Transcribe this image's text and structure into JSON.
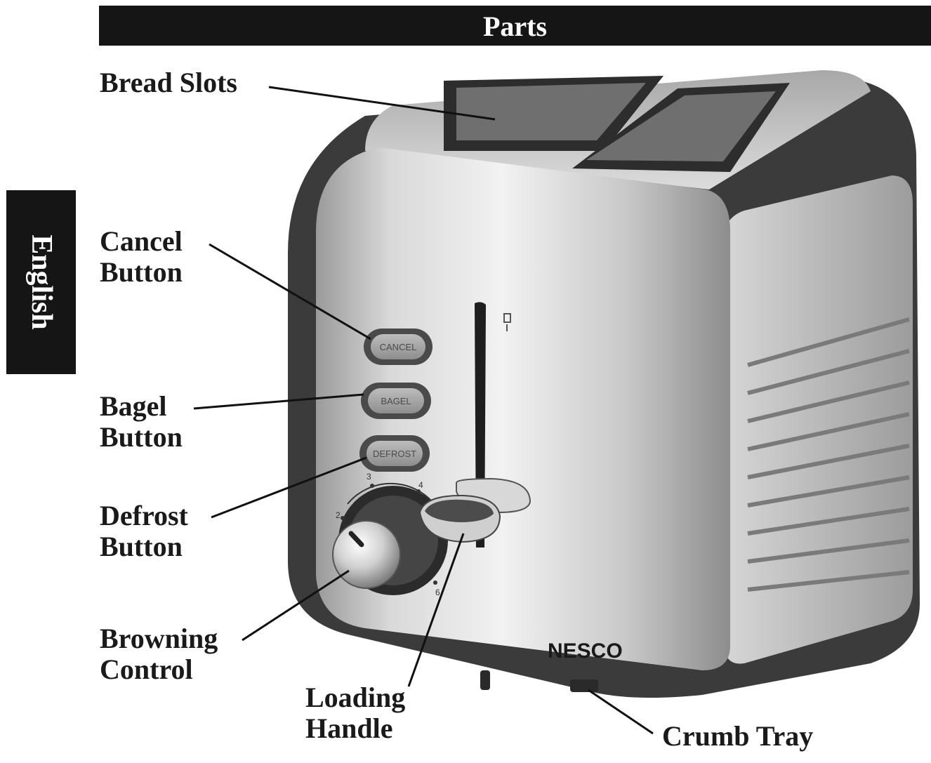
{
  "header": {
    "title": "Parts"
  },
  "side_tab": {
    "label": "English"
  },
  "toaster": {
    "brand": "NESCO",
    "buttons": [
      "CANCEL",
      "BAGEL",
      "DEFROST"
    ],
    "dial_marks": [
      "2",
      "3",
      "4",
      "6"
    ]
  },
  "callouts": {
    "bread_slots": "Bread Slots",
    "cancel_button": [
      "Cancel",
      "Button"
    ],
    "bagel_button": [
      "Bagel",
      "Button"
    ],
    "defrost_button": [
      "Defrost",
      "Button"
    ],
    "browning_control": [
      "Browning",
      "Control"
    ],
    "loading_handle": [
      "Loading",
      "Handle"
    ],
    "crumb_tray": "Crumb Tray"
  },
  "colors": {
    "header_background": "#151515",
    "header_text": "#ffffff",
    "label_text": "#1a1a1a",
    "toaster_body_dark": "#3a3a3a",
    "toaster_steel": "#c9c9c9"
  }
}
